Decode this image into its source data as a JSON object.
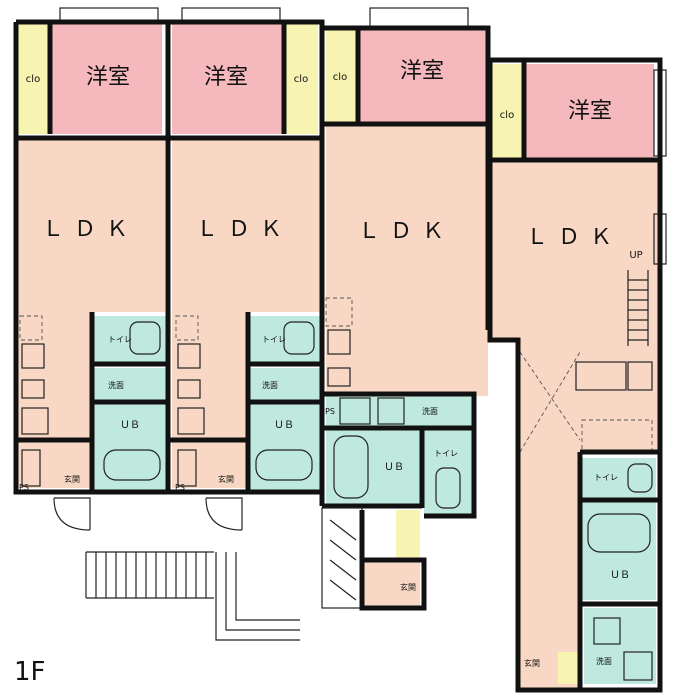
{
  "floor_label": "1F",
  "unit1": {
    "bedroom": "洋室",
    "closet": "clo",
    "ldk": "ＬＤＫ",
    "toilet": "トイレ",
    "washroom": "洗面",
    "bath": "ＵＢ",
    "entrance": "玄関",
    "ps": "PS"
  },
  "unit2": {
    "bedroom": "洋室",
    "closet": "clo",
    "ldk": "ＬＤＫ",
    "toilet": "トイレ",
    "washroom": "洗面",
    "bath": "ＵＢ",
    "entrance": "玄関",
    "ps": "PS"
  },
  "unit3": {
    "bedroom": "洋室",
    "closet": "clo",
    "ldk": "ＬＤＫ",
    "toilet": "トイレ",
    "washroom": "洗面",
    "bath": "ＵＢ",
    "entrance": "玄関",
    "ps": "PS"
  },
  "unit4": {
    "bedroom": "洋室",
    "closet": "clo",
    "ldk": "ＬＤＫ",
    "up": "UP",
    "toilet": "トイレ",
    "washroom": "洗面",
    "bath": "ＵＢ",
    "entrance": "玄関"
  }
}
